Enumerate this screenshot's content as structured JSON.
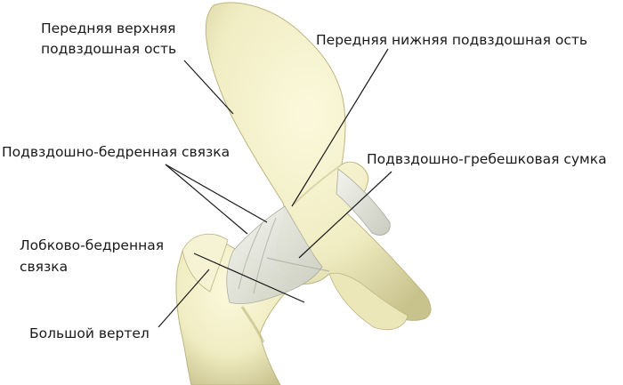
{
  "labels": {
    "asis_line1": "Передняя верхняя",
    "asis_line2": "подвздошная ость",
    "aiis": "Передняя нижняя подвздошная ость",
    "iliofemoral": "Подвздошно-бедренная связка",
    "iliopectineal": "Подвздошно-гребешковая сумка",
    "pubofemoral_line1": "Лобково-бедренная",
    "pubofemoral_line2": "связка",
    "trochanter": "Большой вертел"
  },
  "colors": {
    "bone": "#f3f0c8",
    "bone_shadow": "#c9c38f",
    "ligament": "#e8e9df",
    "ligament_shadow": "#b7b9ad",
    "line": "#1a1a1a",
    "text": "#1a1a1a"
  }
}
